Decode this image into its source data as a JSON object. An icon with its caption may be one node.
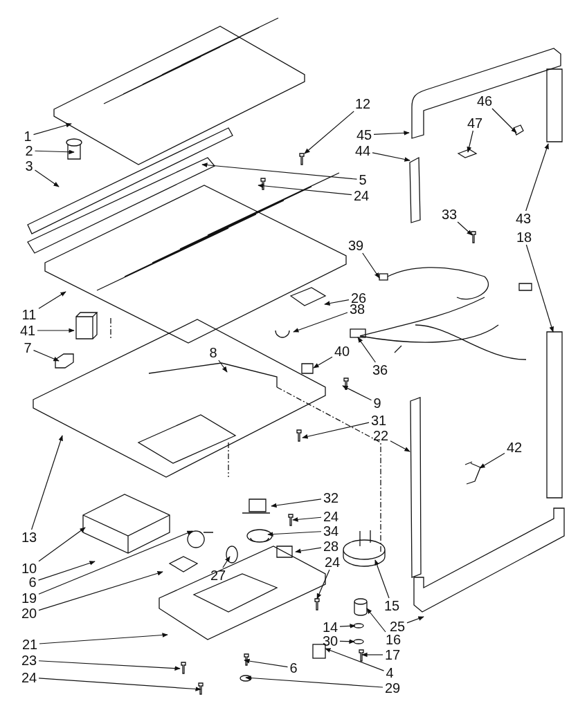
{
  "diagram": {
    "nodes": [
      {
        "text": [
          "46"
        ]
      },
      {
        "text": [
          "12"
        ]
      },
      {
        "text": [
          "47"
        ]
      },
      {
        "text": [
          "45"
        ]
      },
      {
        "text": [
          "1"
        ]
      },
      {
        "text": [
          "44"
        ]
      },
      {
        "text": [
          "2"
        ]
      },
      {
        "text": [
          "3"
        ]
      },
      {
        "text": [
          "5"
        ]
      },
      {
        "text": [
          "24"
        ]
      },
      {
        "text": [
          "33"
        ]
      },
      {
        "text": [
          "43"
        ]
      },
      {
        "text": [
          "18"
        ]
      },
      {
        "text": [
          "39"
        ]
      },
      {
        "text": [
          "26"
        ]
      },
      {
        "text": [
          "38"
        ]
      },
      {
        "text": [
          "11"
        ]
      },
      {
        "text": [
          "41"
        ]
      },
      {
        "text": [
          "40"
        ]
      },
      {
        "text": [
          "7"
        ]
      },
      {
        "text": [
          "8"
        ]
      },
      {
        "text": [
          "36"
        ]
      },
      {
        "text": [
          "9"
        ]
      },
      {
        "text": [
          "31"
        ]
      },
      {
        "text": [
          "22"
        ]
      },
      {
        "text": [
          "42"
        ]
      },
      {
        "text": [
          "32"
        ]
      },
      {
        "text": [
          "24"
        ]
      },
      {
        "text": [
          "34"
        ]
      },
      {
        "text": [
          "13"
        ]
      },
      {
        "text": [
          "28"
        ]
      },
      {
        "text": [
          "24"
        ]
      },
      {
        "text": [
          "10"
        ]
      },
      {
        "text": [
          "27"
        ]
      },
      {
        "text": [
          "6"
        ]
      },
      {
        "text": [
          "19"
        ]
      },
      {
        "text": [
          "15"
        ]
      },
      {
        "text": [
          "20"
        ]
      },
      {
        "text": [
          "25"
        ]
      },
      {
        "text": [
          "14"
        ]
      },
      {
        "text": [
          "16"
        ]
      },
      {
        "text": [
          "30"
        ]
      },
      {
        "text": [
          "21"
        ]
      },
      {
        "text": [
          "17"
        ]
      },
      {
        "text": [
          "23"
        ]
      },
      {
        "text": [
          "6"
        ]
      },
      {
        "text": [
          "4"
        ]
      },
      {
        "text": [
          "24"
        ]
      },
      {
        "text": [
          "29"
        ]
      },
      {
        "text": [],
        "shape": "box"
      },
      {
        "text": [],
        "shape": "box"
      },
      {
        "text": [],
        "shape": "picture"
      },
      {
        "text": [],
        "shape": "picture"
      },
      {
        "text": [],
        "shape": "box"
      }
    ],
    "edges": [
      {
        "from": 0,
        "to": null,
        "arrow": "to"
      },
      {
        "from": 1,
        "to": null,
        "arrow": "to"
      },
      {
        "from": 2,
        "to": null,
        "arrow": "to"
      },
      {
        "from": 3,
        "to": null,
        "arrow": "to"
      },
      {
        "from": 4,
        "to": null,
        "arrow": "to"
      },
      {
        "from": 5,
        "to": null,
        "arrow": "to"
      },
      {
        "from": 6,
        "to": null,
        "arrow": "to"
      },
      {
        "from": 7,
        "to": null,
        "arrow": "to"
      },
      {
        "from": 8,
        "to": null,
        "arrow": "to"
      },
      {
        "from": 9,
        "to": null,
        "arrow": "to"
      },
      {
        "from": 10,
        "to": null,
        "arrow": "to"
      },
      {
        "from": 11,
        "to": null,
        "arrow": "to"
      },
      {
        "from": 12,
        "to": null,
        "arrow": "to"
      },
      {
        "from": 13,
        "to": 49,
        "arrow": "to"
      },
      {
        "from": 14,
        "to": null,
        "arrow": "to"
      },
      {
        "from": 15,
        "to": null,
        "arrow": "to"
      },
      {
        "from": 16,
        "to": null,
        "arrow": "to"
      },
      {
        "from": 17,
        "to": null,
        "arrow": "to"
      },
      {
        "from": 18,
        "to": null,
        "arrow": "to"
      },
      {
        "from": 19,
        "to": null,
        "arrow": "to"
      },
      {
        "from": 20,
        "to": null,
        "arrow": "to"
      },
      {
        "from": 21,
        "to": 50,
        "arrow": "to"
      },
      {
        "from": 22,
        "to": null,
        "arrow": "to"
      },
      {
        "from": 23,
        "to": null,
        "arrow": "to"
      },
      {
        "from": 24,
        "to": null,
        "arrow": "to"
      },
      {
        "from": 25,
        "to": null,
        "arrow": "to"
      },
      {
        "from": 26,
        "to": null,
        "arrow": "to"
      },
      {
        "from": 27,
        "to": null,
        "arrow": "to"
      },
      {
        "from": 28,
        "to": null,
        "arrow": "to"
      },
      {
        "from": 29,
        "to": null,
        "arrow": "to"
      },
      {
        "from": 30,
        "to": null,
        "arrow": "to"
      },
      {
        "from": 31,
        "to": 51,
        "arrow": "to"
      },
      {
        "from": 32,
        "to": null,
        "arrow": "to"
      },
      {
        "from": 33,
        "to": null,
        "arrow": "to"
      },
      {
        "from": 34,
        "to": null,
        "arrow": "to"
      },
      {
        "from": 35,
        "to": null,
        "arrow": "to"
      },
      {
        "from": 36,
        "to": null,
        "arrow": "to"
      },
      {
        "from": 37,
        "to": null,
        "arrow": "to"
      },
      {
        "from": 38,
        "to": null,
        "arrow": "to"
      },
      {
        "from": 39,
        "to": null,
        "arrow": "to"
      },
      {
        "from": 40,
        "to": 52,
        "arrow": "to"
      },
      {
        "from": 41,
        "to": null,
        "arrow": "to"
      },
      {
        "from": 42,
        "to": null,
        "arrow": "to"
      },
      {
        "from": 43,
        "to": null,
        "arrow": "to"
      },
      {
        "from": 44,
        "to": null,
        "arrow": "to"
      },
      {
        "from": 45,
        "to": null,
        "arrow": "to"
      },
      {
        "from": 46,
        "to": 53,
        "arrow": "to"
      },
      {
        "from": 47,
        "to": null,
        "arrow": "to"
      },
      {
        "from": 48,
        "to": null,
        "arrow": "to"
      }
    ]
  }
}
